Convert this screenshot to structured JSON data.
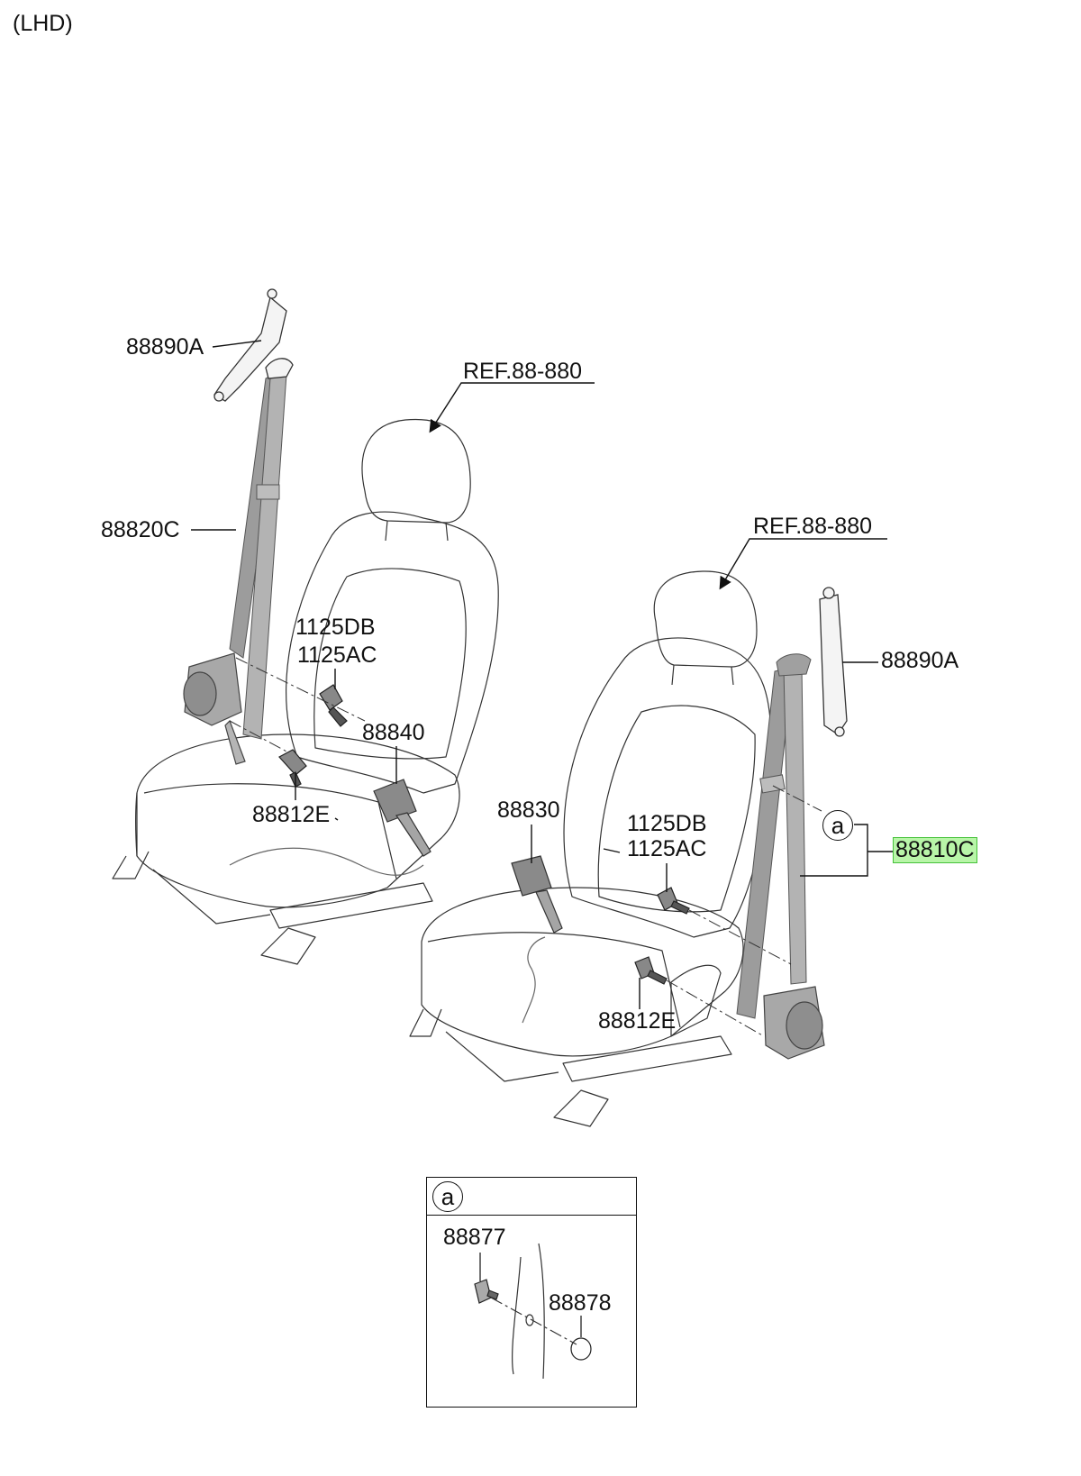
{
  "header": {
    "variant": "(LHD)"
  },
  "callouts": {
    "ref_left": "REF.88-880",
    "ref_right": "REF.88-880",
    "guide_left": "88890A",
    "guide_right": "88890A",
    "belt_left": "88820C",
    "bolt_left_a": "1125DB",
    "bolt_left_b": "1125AC",
    "buckle_left": "88840",
    "anchor_left": "88812E",
    "buckle_right": "88830",
    "bolt_right_a": "1125DB",
    "bolt_right_b": "1125AC",
    "anchor_right": "88812E",
    "assembly_right": "88810C"
  },
  "detail_marker": "a",
  "inset": {
    "marker": "a",
    "part_a": "88877",
    "part_b": "88878"
  }
}
